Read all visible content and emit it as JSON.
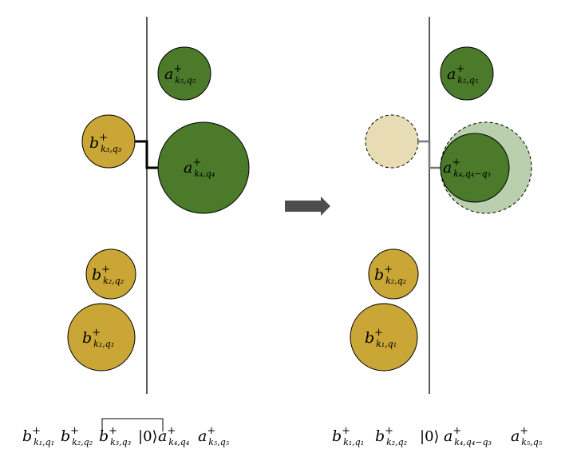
{
  "colors": {
    "fermion_b": "#c9a636",
    "fermion_a": "#4a7a2a",
    "faded_b": "#e8dcb4",
    "faded_a": "#b9cfae",
    "arrow": "#4d4d4d",
    "line": "#000000"
  },
  "left_panel": {
    "b_modes": [
      {
        "id": "b3",
        "base": "b",
        "sup": "+",
        "sub": "k₃,q₃"
      },
      {
        "id": "b2",
        "base": "b",
        "sup": "+",
        "sub": "k₂,q₂"
      },
      {
        "id": "b1",
        "base": "b",
        "sup": "+",
        "sub": "k₁,q₁"
      }
    ],
    "a_modes": [
      {
        "id": "a5",
        "base": "a",
        "sup": "+",
        "sub": "k₅,q₅"
      },
      {
        "id": "a4",
        "base": "a",
        "sup": "+",
        "sub": "k₄,q₄"
      }
    ]
  },
  "right_panel": {
    "b_modes": [
      {
        "id": "b2",
        "base": "b",
        "sup": "+",
        "sub": "k₂,q₂"
      },
      {
        "id": "b1",
        "base": "b",
        "sup": "+",
        "sub": "k₁,q₁"
      }
    ],
    "a_modes": [
      {
        "id": "a5",
        "base": "a",
        "sup": "+",
        "sub": "k₅,q₅"
      },
      {
        "id": "a4",
        "base": "a",
        "sup": "+",
        "sub": "k₄,q₄−q₃"
      }
    ]
  },
  "left_equation": {
    "terms": [
      {
        "base": "b",
        "sup": "+",
        "sub": "k₁,q₁"
      },
      {
        "base": "b",
        "sup": "+",
        "sub": "k₂,q₂"
      },
      {
        "base": "b",
        "sup": "+",
        "sub": "k₃,q₃"
      },
      {
        "ket": "|0⟩"
      },
      {
        "base": "a",
        "sup": "+",
        "sub": "k₄,q₄"
      },
      {
        "base": "a",
        "sup": "+",
        "sub": "k₅,q₅"
      }
    ]
  },
  "right_equation": {
    "terms": [
      {
        "base": "b",
        "sup": "+",
        "sub": "k₁,q₁"
      },
      {
        "base": "b",
        "sup": "+",
        "sub": "k₂,q₂"
      },
      {
        "ket": "|0⟩"
      },
      {
        "base": "a",
        "sup": "+",
        "sub": "k₄,q₄−q₃"
      },
      {
        "base": "a",
        "sup": "+",
        "sub": "k₅,q₅"
      }
    ]
  }
}
